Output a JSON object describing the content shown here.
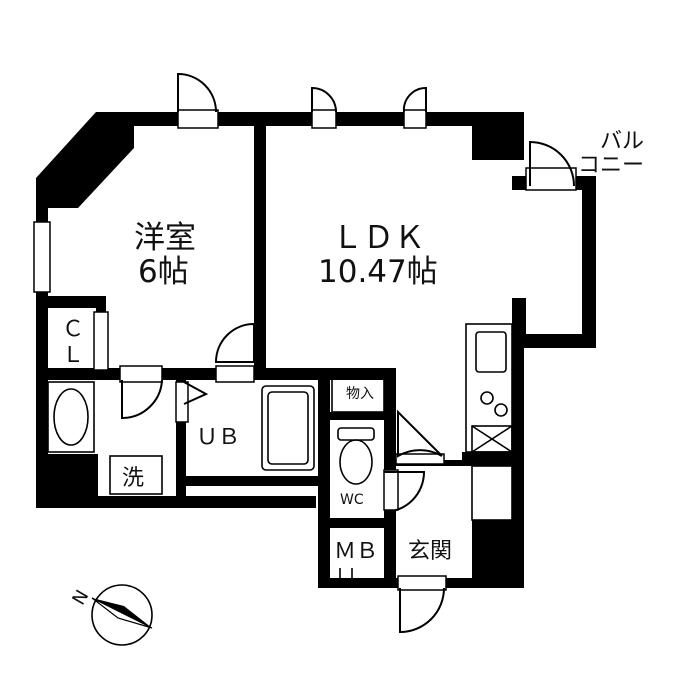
{
  "floor_plan": {
    "rooms": {
      "western_room": {
        "name": "洋室",
        "size": "6帖"
      },
      "ldk": {
        "name": "ＬＤＫ",
        "size": "10.47帖"
      },
      "balcony": {
        "line1": "バル",
        "line2": "コニー"
      },
      "closet": {
        "line1": "Ｃ",
        "line2": "Ｌ"
      },
      "unit_bath": "ＵＢ",
      "washer": "洗",
      "storage": "物入",
      "toilet": "WC",
      "meter_box": "ＭＢ",
      "entrance": "玄関"
    },
    "compass": {
      "north_label": "N"
    }
  }
}
